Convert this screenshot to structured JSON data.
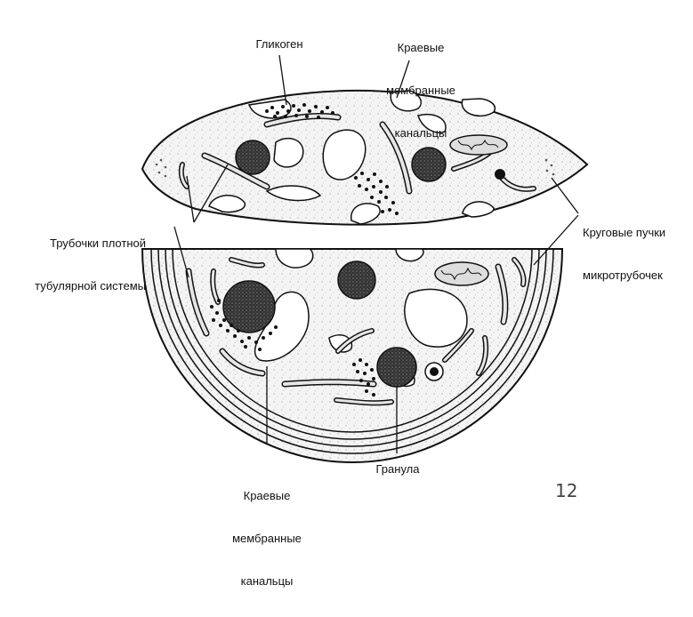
{
  "labels": {
    "glycogen": "Гликоген",
    "edge_channels_top": [
      "Краевые",
      "мембранные",
      "канальцы"
    ],
    "dense_tubular": [
      "Трубочки плотной",
      "тубулярной системы"
    ],
    "microtubule_bundles": [
      "Круговые пучки",
      "микротрубочек"
    ],
    "edge_channels_bottom": [
      "Краевые",
      "мембранные",
      "канальцы"
    ],
    "granule": "Гранула"
  },
  "slide_number": "12"
}
